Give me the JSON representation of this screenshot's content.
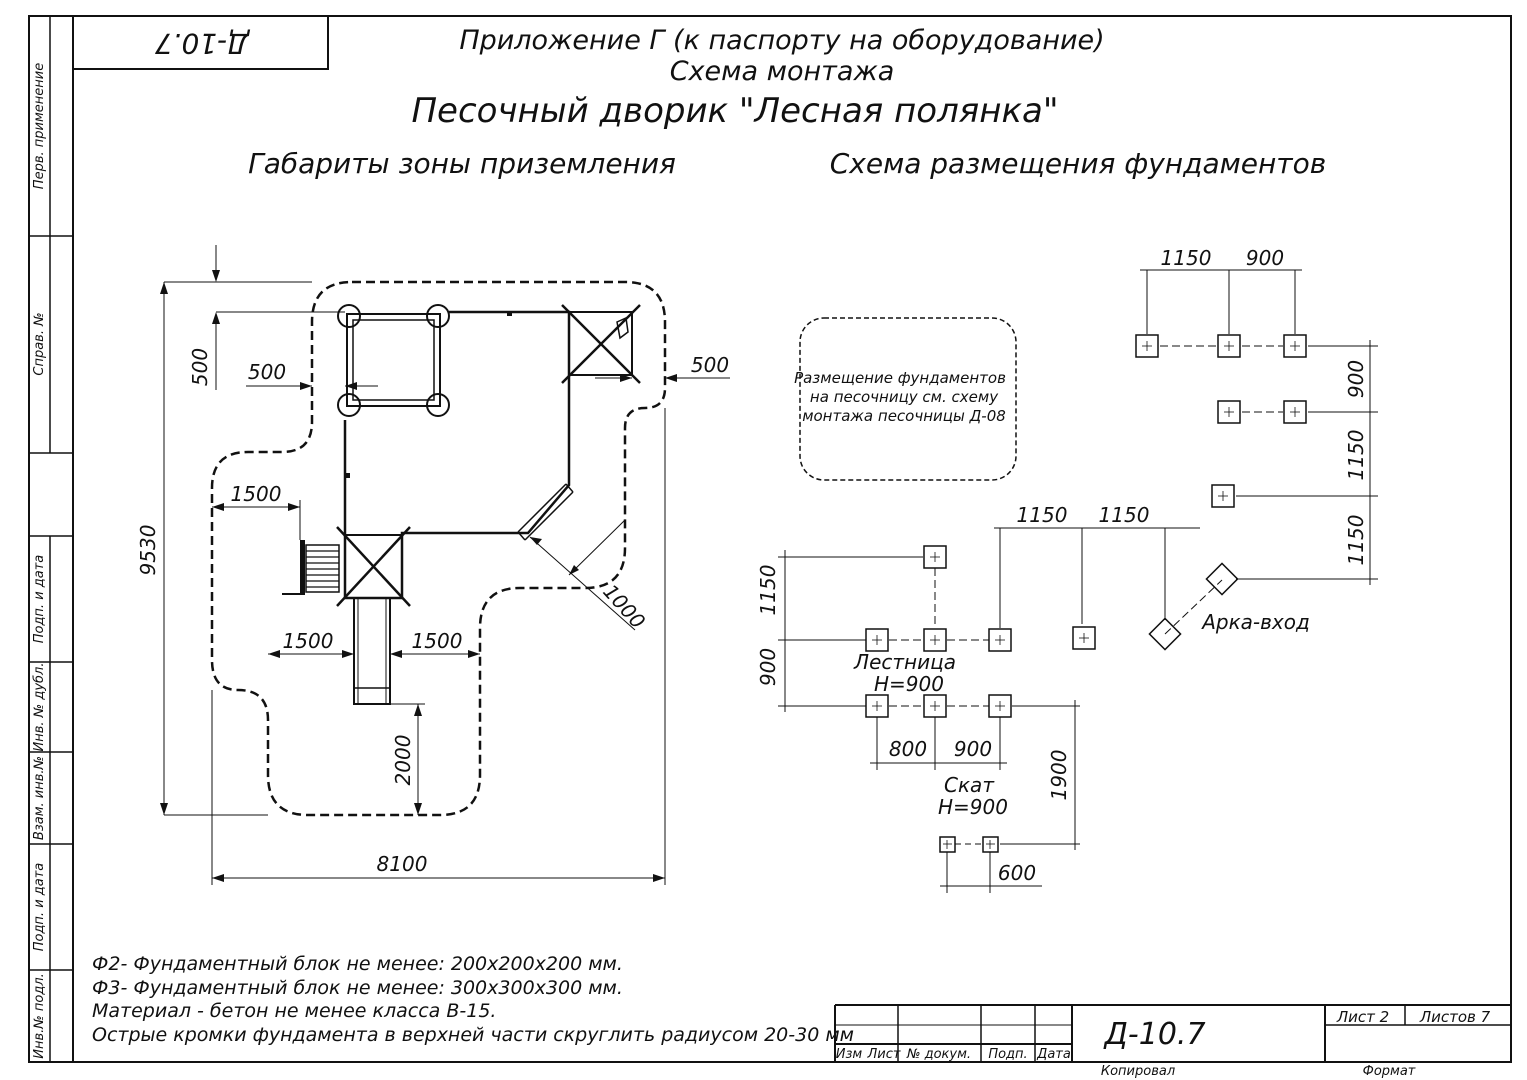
{
  "sheet_code_top": "Д-10.7",
  "header": {
    "line1": "Приложение Г (к паспорту на оборудование)",
    "line2": "Схема монтажа",
    "title": "Песочный дворик \"Лесная полянка\""
  },
  "left_section_title": "Габариты зоны приземления",
  "right_section_title": "Схема размещения фундаментов",
  "left_dims": {
    "d500_top": "500",
    "d500_left": "500",
    "d500_right": "500",
    "d9530": "9530",
    "d1500_a": "1500",
    "d1000": "1000",
    "d1500_b": "1500",
    "d1500_c": "1500",
    "d2000": "2000",
    "d8100": "8100"
  },
  "note_box": {
    "line1": "Размещение фундаментов",
    "line2": "на песочницу см. схему",
    "line3": "монтажа песочницы Д-08"
  },
  "right_dims": {
    "t1150": "1150",
    "t900": "900",
    "r900": "900",
    "r1150_a": "1150",
    "r1150_b": "1150",
    "m1150_a": "1150",
    "m1150_b": "1150",
    "l1150": "1150",
    "l900": "900",
    "b800": "800",
    "b900": "900",
    "b1900": "1900",
    "b600": "600"
  },
  "labels": {
    "arch": "Арка-вход",
    "ladder": "Лестница",
    "ladder_h": "H=900",
    "slide": "Скат",
    "slide_h": "H=900"
  },
  "notes": [
    "Ф2- Фундаментный блок не менее: 200х200х200 мм.",
    "Ф3- Фундаментный блок не менее: 300х300х300 мм.",
    "Материал - бетон не менее класса В-15.",
    "Острые кромки фундамента в верхней части скруглить радиусом 20-30 мм"
  ],
  "side_strip": [
    "Перв. применение",
    "Справ. №",
    "Подп. и дата",
    "Инв. № дубл.",
    "Взам. инв.№",
    "Подп. и дата",
    "Инв.№ подл."
  ],
  "title_block": {
    "code": "Д-10.7",
    "sheet": "Лист 2",
    "sheets": "Листов 7",
    "col_izm": "Изм",
    "col_list": "Лист",
    "col_doc": "№ докум.",
    "col_sign": "Подп.",
    "col_date": "Дата",
    "copied": "Копировал",
    "format": "Формат"
  }
}
